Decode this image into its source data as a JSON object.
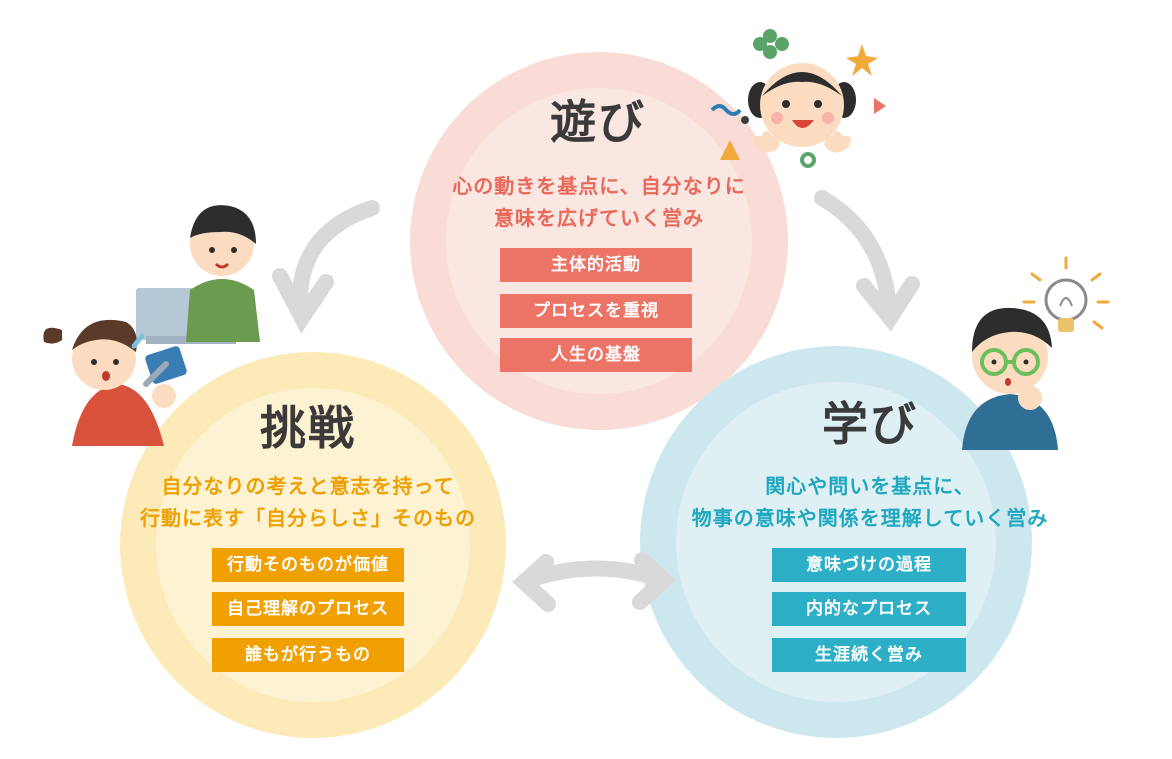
{
  "asobi": {
    "title": "遊び",
    "desc_line1": "心の動きを基点に、自分なりに",
    "desc_line2": "意味を広げていく営み",
    "tags": [
      "主体的活動",
      "プロセスを重視",
      "人生の基盤"
    ],
    "color": "#ec7466"
  },
  "chousen": {
    "title": "挑戦",
    "desc_line1": "自分なりの考えと意志を持って",
    "desc_line2": "行動に表す「自分らしさ」そのもの",
    "tags": [
      "行動そのものが価値",
      "自己理解のプロセス",
      "誰もが行うもの"
    ],
    "color": "#f0a000"
  },
  "manabi": {
    "title": "学び",
    "desc_line1": "関心や問いを基点に、",
    "desc_line2": "物事の意味や関係を理解していく営み",
    "tags": [
      "意味づけの過程",
      "内的なプロセス",
      "生涯続く営み"
    ],
    "color": "#2db0c7"
  },
  "arrow_color": "#d9d9d9",
  "illustrations": [
    "girl-pigtails-illustration",
    "boy-laptop-illustration",
    "girl-tools-illustration",
    "boy-glasses-lightbulb-illustration"
  ]
}
